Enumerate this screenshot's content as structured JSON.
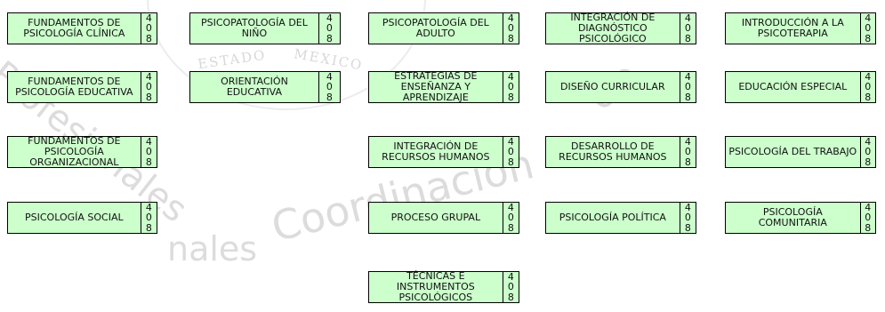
{
  "watermark": {
    "seal_band_left": "ESTADO",
    "seal_band_right": "MEXICO",
    "line1": "nales",
    "line2": "Coordinación",
    "line3": "Profesionales",
    "line4": "de"
  },
  "courses": [
    {
      "name": "FUNDAMENTOS DE PSICOLOGÍA CLÍNICA",
      "credits": [
        "4",
        "0",
        "8"
      ]
    },
    {
      "name": "PSICOPATOLOGÍA DEL NIÑO",
      "credits": [
        "4",
        "0",
        "8"
      ]
    },
    {
      "name": "PSICOPATOLOGÍA DEL ADULTO",
      "credits": [
        "4",
        "0",
        "8"
      ]
    },
    {
      "name": "INTEGRACIÓN DE DIAGNÓSTICO PSICOLÓGICO",
      "credits": [
        "4",
        "0",
        "8"
      ]
    },
    {
      "name": "INTRODUCCIÓN A LA PSICOTERAPIA",
      "credits": [
        "4",
        "0",
        "8"
      ]
    },
    {
      "name": "FUNDAMENTOS DE PSICOLOGÍA EDUCATIVA",
      "credits": [
        "4",
        "0",
        "8"
      ]
    },
    {
      "name": "ORIENTACIÓN EDUCATIVA",
      "credits": [
        "4",
        "0",
        "8"
      ]
    },
    {
      "name": "ESTRATEGIAS DE ENSEÑANZA Y APRENDIZAJE",
      "credits": [
        "4",
        "0",
        "8"
      ]
    },
    {
      "name": "DISEÑO CURRICULAR",
      "credits": [
        "4",
        "0",
        "8"
      ]
    },
    {
      "name": "EDUCACIÓN ESPECIAL",
      "credits": [
        "4",
        "0",
        "8"
      ]
    },
    {
      "name": "FUNDAMENTOS DE PSICOLOGÍA ORGANIZACIONAL",
      "credits": [
        "4",
        "0",
        "8"
      ]
    },
    {
      "name": "INTEGRACIÓN DE RECURSOS HUMANOS",
      "credits": [
        "4",
        "0",
        "8"
      ]
    },
    {
      "name": "DESARROLLO DE RECURSOS HUMANOS",
      "credits": [
        "4",
        "0",
        "8"
      ]
    },
    {
      "name": "PSICOLOGÍA DEL TRABAJO",
      "credits": [
        "4",
        "0",
        "8"
      ]
    },
    {
      "name": "PSICOLOGÍA SOCIAL",
      "credits": [
        "4",
        "0",
        "8"
      ]
    },
    {
      "name": "PROCESO GRUPAL",
      "credits": [
        "4",
        "0",
        "8"
      ]
    },
    {
      "name": "PSICOLOGÍA POLÍTICA",
      "credits": [
        "4",
        "0",
        "8"
      ]
    },
    {
      "name": "PSICOLOGÍA COMUNITARIA",
      "credits": [
        "4",
        "0",
        "8"
      ]
    },
    {
      "name": "TÉCNICAS E INSTRUMENTOS PSICOLÓGICOS",
      "credits": [
        "4",
        "0",
        "8"
      ]
    }
  ],
  "colors": {
    "card_fill": "#ccffcc",
    "border": "#000000"
  }
}
